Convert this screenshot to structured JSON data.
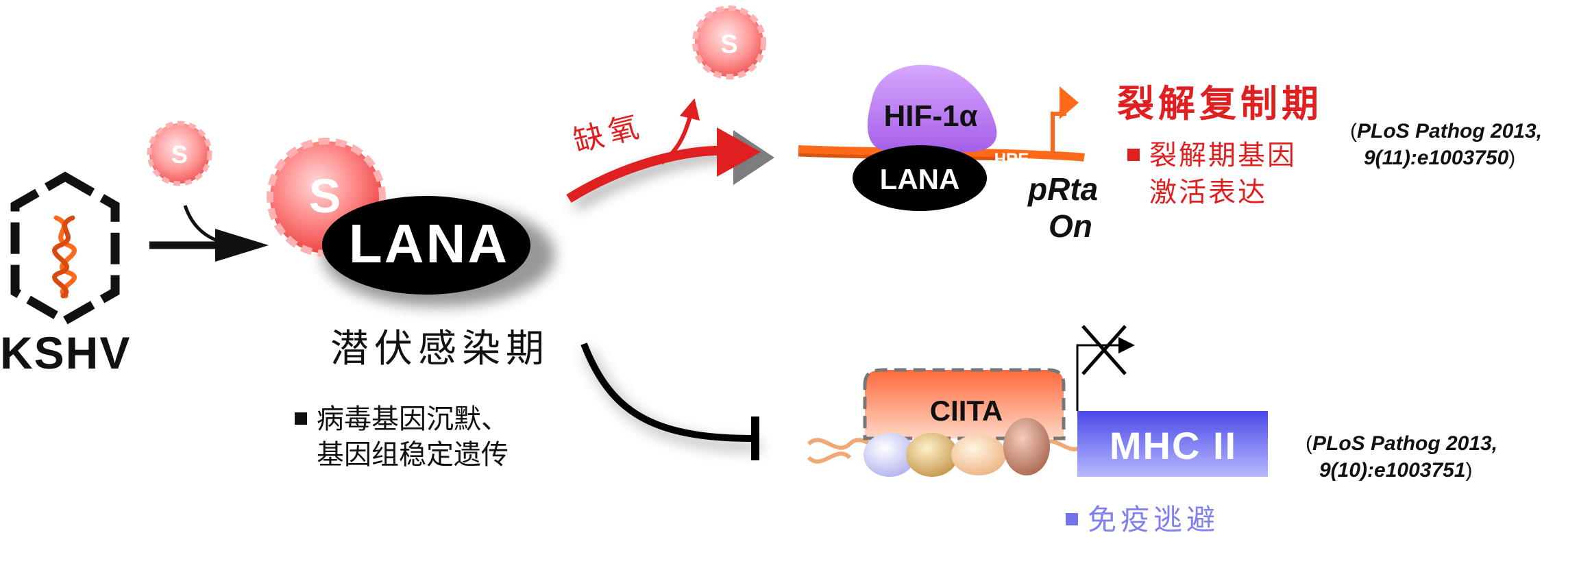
{
  "virus": {
    "label": "KSHV"
  },
  "latency": {
    "protein": "LANA",
    "s_label": "S",
    "title": "潜伏感染期",
    "bullets": [
      "病毒基因沉默、",
      "基因组稳定遗传"
    ]
  },
  "lytic": {
    "trigger": "缺氧",
    "hif_label": "HIF-1α",
    "lana_label": "LANA",
    "hre_label": "HRE",
    "gene_label_1": "pRta",
    "gene_label_2": "On",
    "title": "裂解复制期",
    "bullets": [
      "裂解期基因",
      "激活表达"
    ],
    "reference_line1": "PLoS Pathog 2013,",
    "reference_line2": "9(11):e1003750"
  },
  "immune": {
    "ciita_label": "CIITA",
    "mhc_label": "MHC II",
    "title": "免疫逃避",
    "reference_line1": "PLoS Pathog 2013,",
    "reference_line2": "9(10):e1003751"
  },
  "colors": {
    "lytic_red": "#e02020",
    "orange": "#ff6a1a",
    "lana_black": "#000000",
    "hif_purple": "#bb77ee",
    "mhc_blue": "#7272ee",
    "immune_text": "#8080ee"
  }
}
